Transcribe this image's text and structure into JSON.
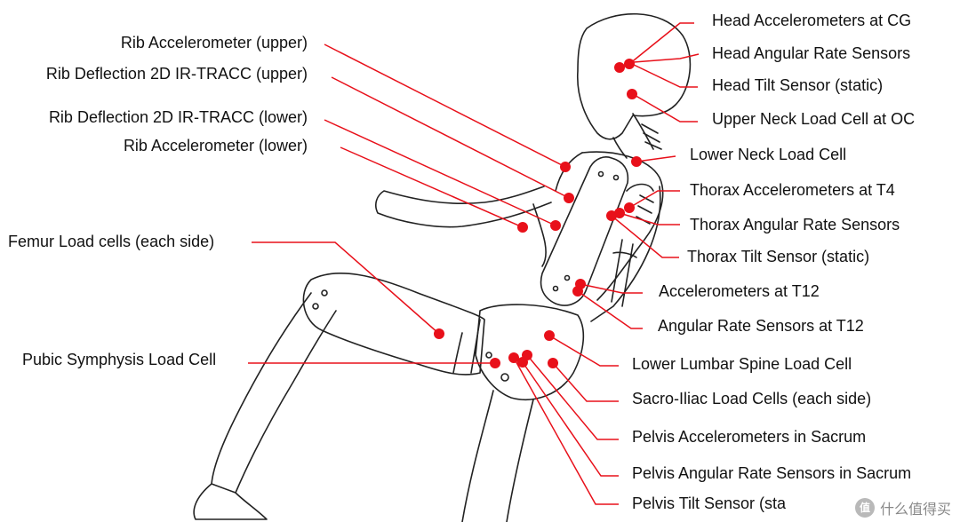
{
  "labels_left": [
    {
      "id": "rib-accel-upper",
      "text": "Rib Accelerometer (upper)"
    },
    {
      "id": "rib-defl-upper",
      "text": "Rib Deflection 2D IR-TRACC (upper)"
    },
    {
      "id": "rib-defl-lower",
      "text": "Rib Deflection 2D IR-TRACC (lower)"
    },
    {
      "id": "rib-accel-lower",
      "text": "Rib Accelerometer (lower)"
    },
    {
      "id": "femur-load",
      "text": "Femur Load cells (each side)"
    },
    {
      "id": "pubic-symphysis",
      "text": "Pubic Symphysis Load Cell"
    }
  ],
  "labels_right": [
    {
      "id": "head-accel",
      "text": "Head Accelerometers at CG"
    },
    {
      "id": "head-angular",
      "text": "Head Angular Rate Sensors"
    },
    {
      "id": "head-tilt",
      "text": "Head Tilt Sensor (static)"
    },
    {
      "id": "upper-neck",
      "text": "Upper Neck Load Cell at OC"
    },
    {
      "id": "lower-neck",
      "text": "Lower Neck Load Cell"
    },
    {
      "id": "thorax-accel",
      "text": "Thorax Accelerometers at T4"
    },
    {
      "id": "thorax-angular",
      "text": "Thorax Angular Rate Sensors"
    },
    {
      "id": "thorax-tilt",
      "text": "Thorax Tilt Sensor (static)"
    },
    {
      "id": "accel-t12",
      "text": "Accelerometers at T12"
    },
    {
      "id": "angular-t12",
      "text": "Angular Rate Sensors at T12"
    },
    {
      "id": "lumbar",
      "text": "Lower Lumbar Spine Load Cell"
    },
    {
      "id": "sacro-iliac",
      "text": "Sacro-Iliac Load Cells (each side)"
    },
    {
      "id": "pelvis-accel",
      "text": "Pelvis Accelerometers in Sacrum"
    },
    {
      "id": "pelvis-angular",
      "text": "Pelvis Angular Rate Sensors in Sacrum"
    },
    {
      "id": "pelvis-tilt",
      "text": "Pelvis Tilt Sensor (sta"
    }
  ],
  "watermark": {
    "badge": "值",
    "text": "什么值得买"
  },
  "colors": {
    "marker": "#e8101a",
    "outline": "#222222"
  }
}
